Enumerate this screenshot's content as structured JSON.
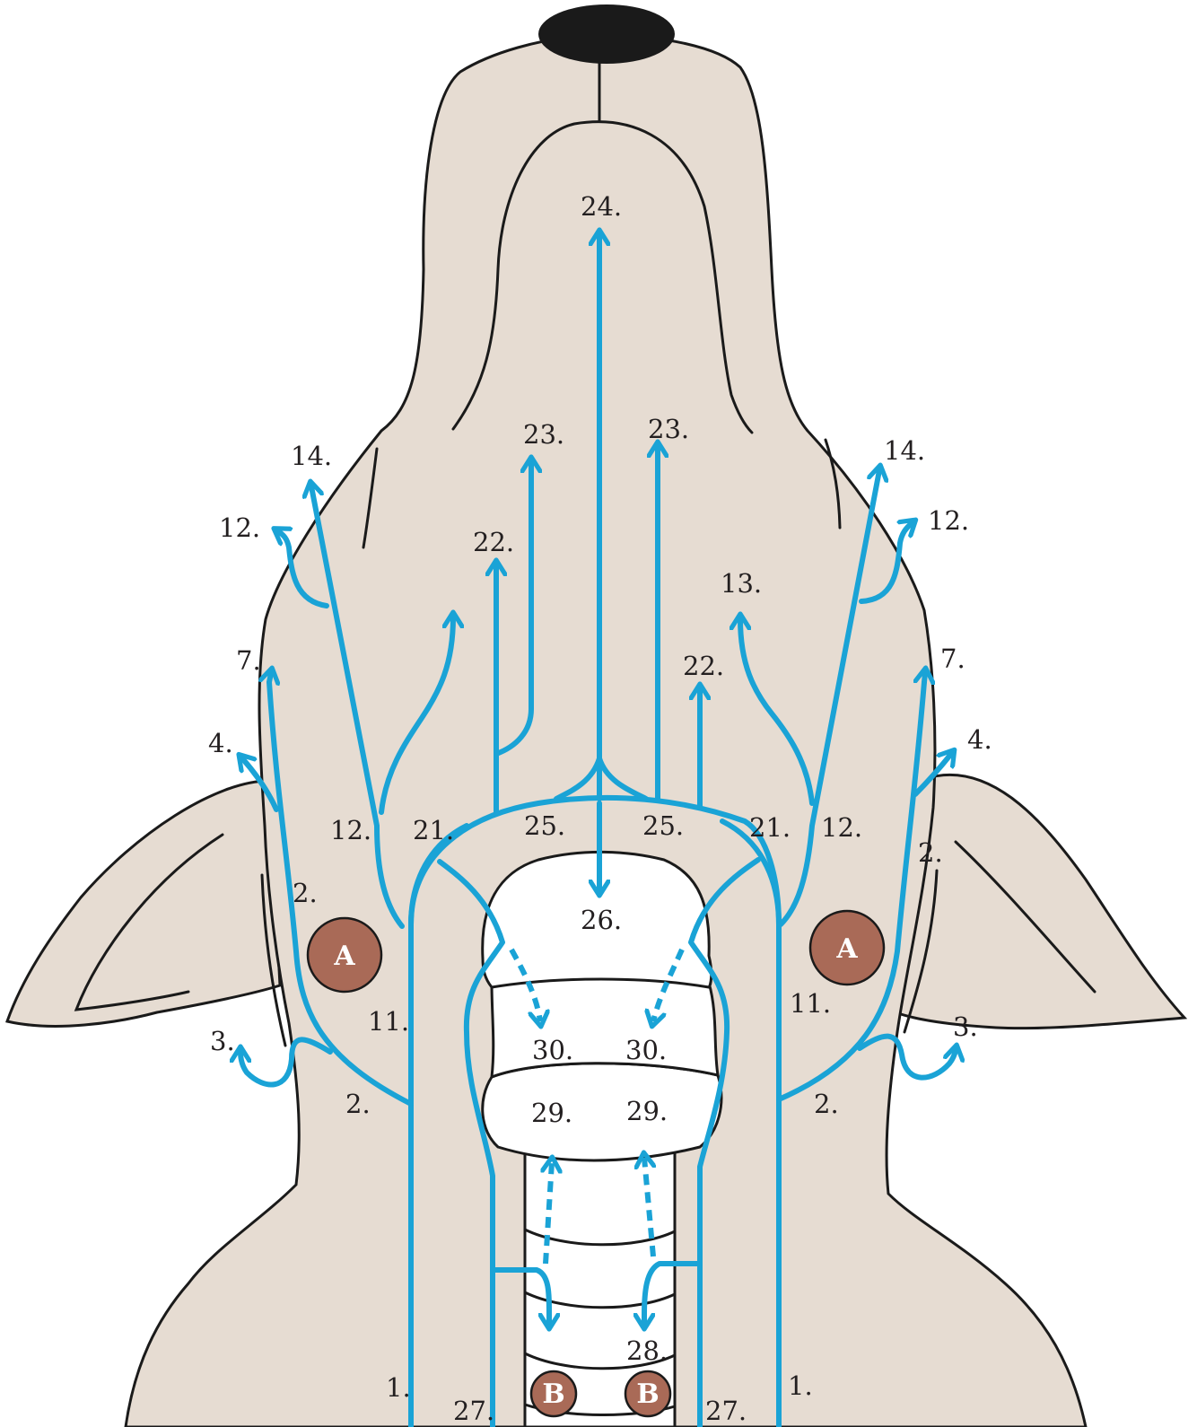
{
  "colors": {
    "skin": "#e6dcd2",
    "outline": "#1a1a1a",
    "vessel": "#1aa3d6",
    "node": "#a96a57",
    "nose": "#1a1a1a"
  },
  "labels": {
    "n24": "24.",
    "n23_l": "23.",
    "n23_r": "23.",
    "n14_l": "14.",
    "n14_r": "14.",
    "n12_ul": "12.",
    "n12_ur": "12.",
    "n22_l": "22.",
    "n22_r": "22.",
    "n13": "13.",
    "n7_l": "7.",
    "n7_r": "7.",
    "n4_l": "4.",
    "n4_r": "4.",
    "n12_ll": "12.",
    "n12_lr": "12.",
    "n21_l": "21.",
    "n21_r": "21.",
    "n25_l": "25.",
    "n25_r": "25.",
    "n2_ul": "2.",
    "n2_ur": "2.",
    "n26": "26.",
    "n11_l": "11.",
    "n11_r": "11.",
    "n3_l": "3.",
    "n3_r": "3.",
    "n30_l": "30.",
    "n30_r": "30.",
    "n2_ll": "2.",
    "n2_lr": "2.",
    "n29_l": "29.",
    "n29_r": "29.",
    "n28": "28.",
    "n1_l": "1.",
    "n1_r": "1.",
    "n27_l": "27.",
    "n27_r": "27."
  },
  "nodes": {
    "a_left": "A",
    "a_right": "A",
    "b_left": "B",
    "b_right": "B"
  }
}
